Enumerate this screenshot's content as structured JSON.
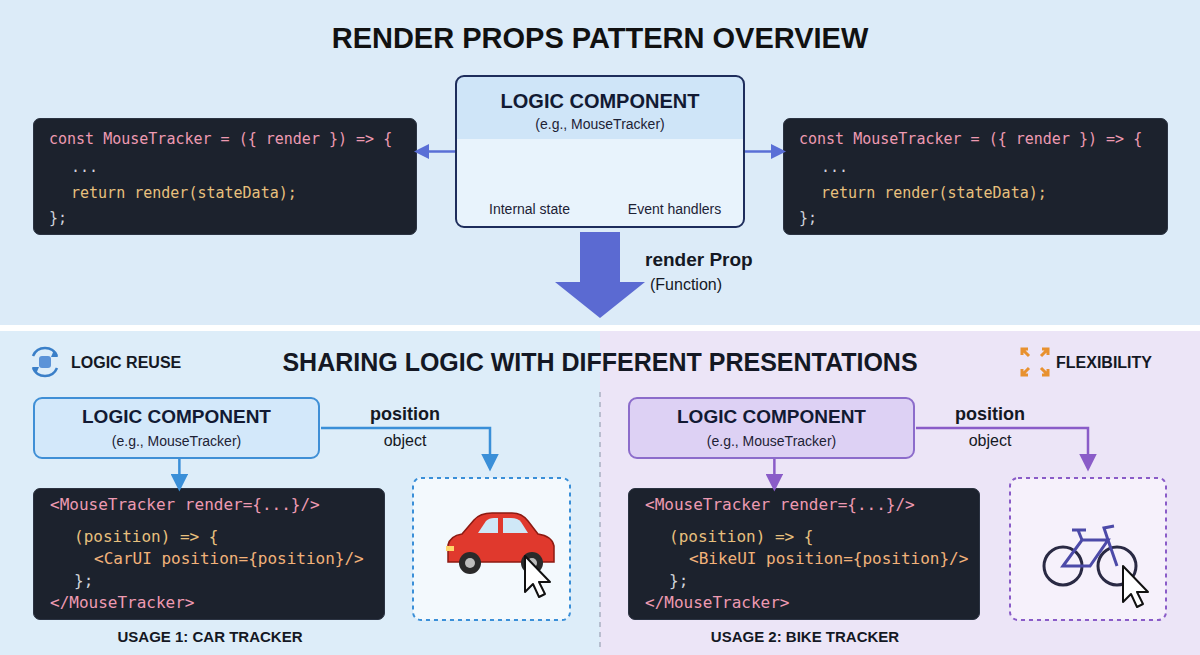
{
  "diagram": {
    "title": "RENDER PROPS PATTERN OVERVIEW",
    "nodes": [
      {
        "text": [
          "LOGIC COMPONENT",
          "(e.g., MouseTracker)",
          "Internal state",
          "Event handlers"
        ]
      },
      {
        "text": [
          "const MouseTracker = ({ render }) => {",
          "...",
          "return render(stateData);",
          "};"
        ]
      },
      {
        "text": [
          "const MouseTracker = ({ render }) => {",
          "...",
          "return render(stateData);",
          "};"
        ]
      },
      {
        "text": [
          "LOGIC COMPONENT",
          "(e.g., MouseTracker)"
        ]
      },
      {
        "text": [
          "<MouseTracker render={...}/>",
          "(position) => {",
          "<CarUI position={position}/>",
          "};",
          "</MouseTracker>"
        ]
      },
      {
        "text": [
          "LOGIC COMPONENT",
          "(e.g., MouseTracker)"
        ]
      },
      {
        "text": [
          "<MouseTracker render={...}/>",
          "(position) => {",
          "<BikeUI position={position}/>",
          "};",
          "</MouseTracker>"
        ]
      }
    ],
    "edges": [
      {
        "from": 0,
        "to": 1,
        "arrow": "to"
      },
      {
        "from": 0,
        "to": 2,
        "arrow": "to"
      },
      {
        "from": 3,
        "to": 4,
        "arrow": "to"
      },
      {
        "from": 5,
        "to": 6,
        "arrow": "to"
      }
    ],
    "labels": [
      "render Prop",
      "(Function)",
      "SHARING LOGIC WITH DIFFERENT PRESENTATIONS",
      "LOGIC REUSE",
      "FLEXIBILITY",
      "position",
      "object",
      "USAGE 1: CAR TRACKER",
      "position",
      "object",
      "USAGE 2: BIKE TRACKER"
    ]
  }
}
